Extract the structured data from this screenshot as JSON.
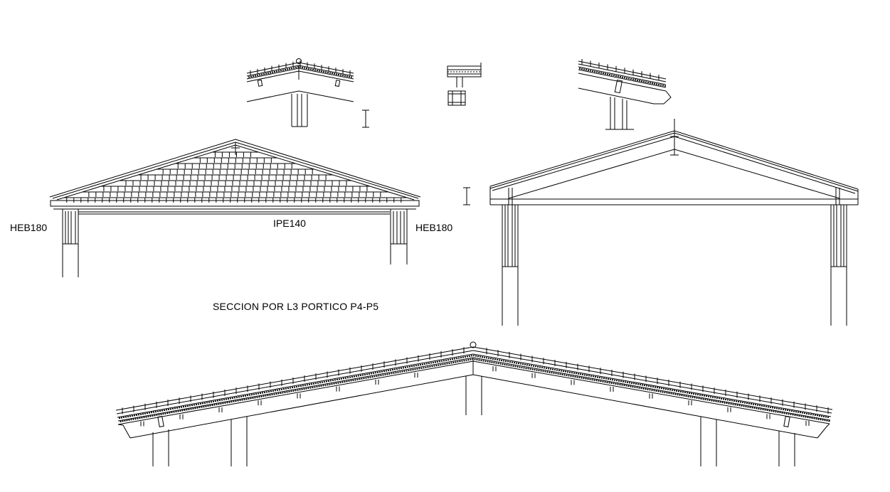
{
  "labels": {
    "column_left": "HEB180",
    "beam": "IPE140",
    "column_right": "HEB180",
    "section_title": "SECCION POR L3 PORTICO P4-P5"
  },
  "colors": {
    "background": "#ffffff",
    "linework": "#000000"
  }
}
